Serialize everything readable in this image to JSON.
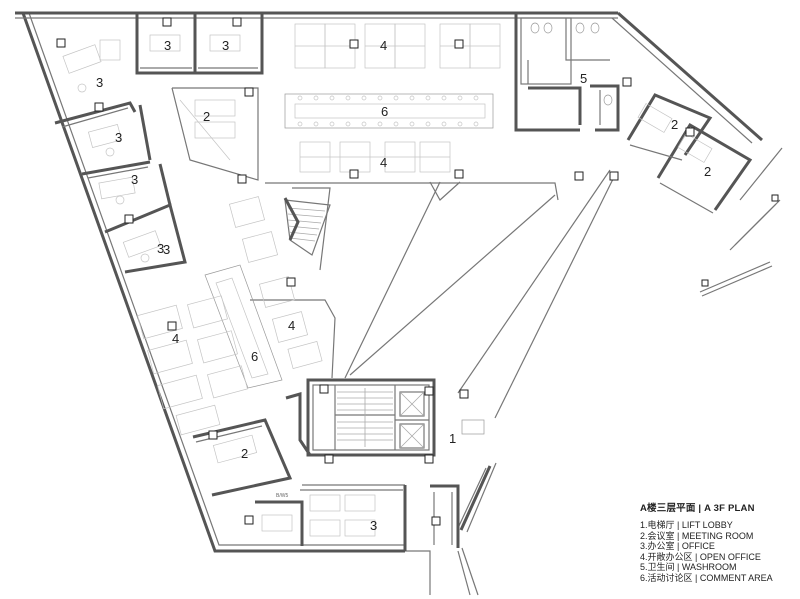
{
  "legend": {
    "title": "A楼三层平面 | A 3F PLAN",
    "items": [
      "1.电梯厅 | LIFT LOBBY",
      "2.会议室 | MEETING ROOM",
      "3.办公室 | OFFICE",
      "4.开敞办公区 | OPEN OFFICE",
      "5.卫生间 | WASHROOM",
      "6.活动讨论区 | COMMENT AREA"
    ]
  },
  "room_labels": [
    "1",
    "2",
    "2",
    "2",
    "2",
    "3",
    "3",
    "3",
    "3",
    "3",
    "3",
    "3",
    "3",
    "4",
    "4",
    "4",
    "4",
    "5",
    "6",
    "6"
  ],
  "small_text": [
    "B/W5"
  ]
}
